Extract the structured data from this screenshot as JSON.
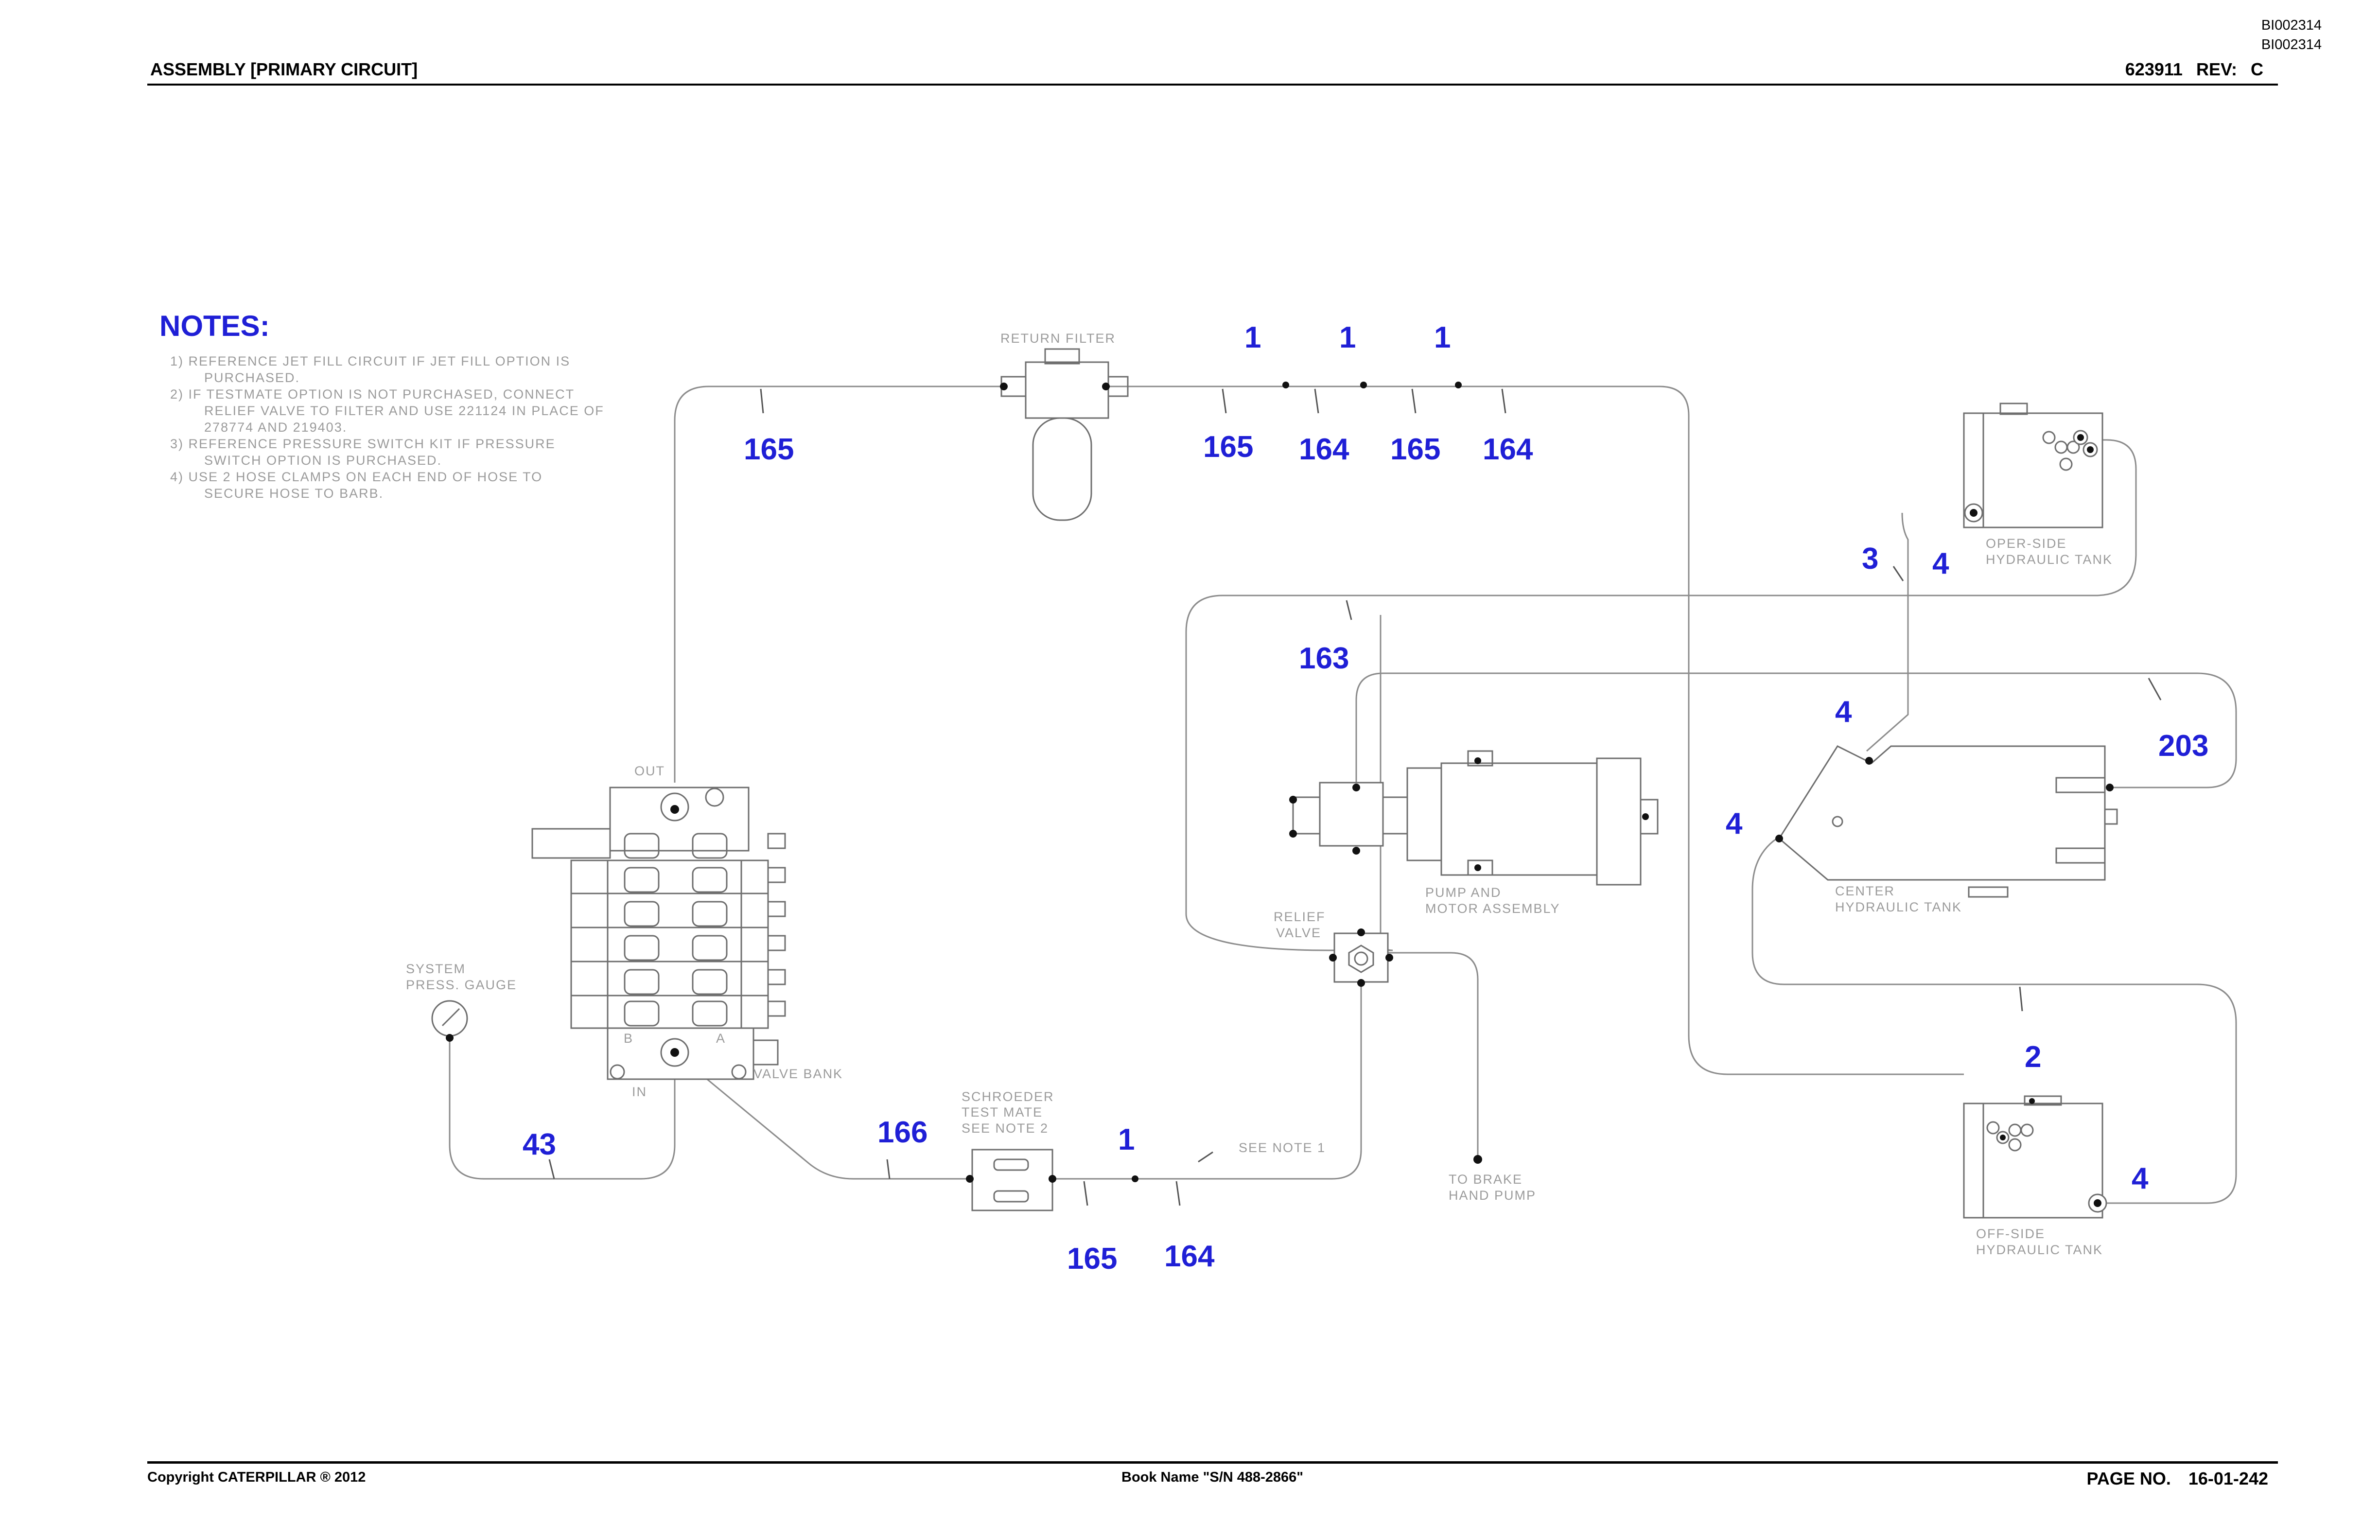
{
  "doc_ids": [
    "BI002314",
    "BI002314"
  ],
  "header": {
    "title": "ASSEMBLY [PRIMARY CIRCUIT]",
    "part_number": "623911",
    "rev_label": "REV:",
    "rev_value": "C"
  },
  "notes": {
    "title": "NOTES:",
    "items": [
      "1) REFERENCE JET FILL CIRCUIT IF JET FILL OPTION IS PURCHASED.",
      "2) IF TESTMATE OPTION IS NOT PURCHASED, CONNECT RELIEF VALVE TO FILTER AND USE 221124 IN PLACE OF 278774 AND 219403.",
      "3) REFERENCE PRESSURE SWITCH KIT IF PRESSURE SWITCH OPTION IS PURCHASED.",
      "4) USE 2 HOSE CLAMPS ON EACH END OF HOSE TO SECURE HOSE TO BARB."
    ]
  },
  "component_labels": {
    "return_filter": "RETURN FILTER",
    "oper_side_tank_1": "OPER-SIDE",
    "oper_side_tank_2": "HYDRAULIC TANK",
    "pump_motor_1": "PUMP AND",
    "pump_motor_2": "MOTOR ASSEMBLY",
    "relief_valve_1": "RELIEF",
    "relief_valve_2": "VALVE",
    "center_tank_1": "CENTER",
    "center_tank_2": "HYDRAULIC TANK",
    "system_gauge_1": "SYSTEM",
    "system_gauge_2": "PRESS. GAUGE",
    "valve_out": "OUT",
    "valve_in": "IN",
    "valve_port_b": "B",
    "valve_port_a": "A",
    "valve_bank": "VALVE BANK",
    "schroeder_1": "SCHROEDER",
    "schroeder_2": "TEST MATE",
    "schroeder_3": "SEE NOTE 2",
    "see_note_1": "SEE NOTE 1",
    "brake_pump_1": "TO BRAKE",
    "brake_pump_2": "HAND PUMP",
    "off_side_tank_1": "OFF-SIDE",
    "off_side_tank_2": "HYDRAULIC TANK"
  },
  "callouts": {
    "c_1a": "1",
    "c_1b": "1",
    "c_1c": "1",
    "c_165a": "165",
    "c_165b": "165",
    "c_164a": "164",
    "c_165c": "165",
    "c_164b": "164",
    "c_3": "3",
    "c_4a": "4",
    "c_163": "163",
    "c_4b": "4",
    "c_203": "203",
    "c_4c": "4",
    "c_2": "2",
    "c_43": "43",
    "c_166": "166",
    "c_1d": "1",
    "c_4d": "4",
    "c_165d": "165",
    "c_164c": "164"
  },
  "footer": {
    "copyright": "Copyright CATERPILLAR ® 2012",
    "book": "Book Name \"S/N 488-2866\"",
    "page_label": "PAGE NO.",
    "page_value": "16-01-242"
  }
}
